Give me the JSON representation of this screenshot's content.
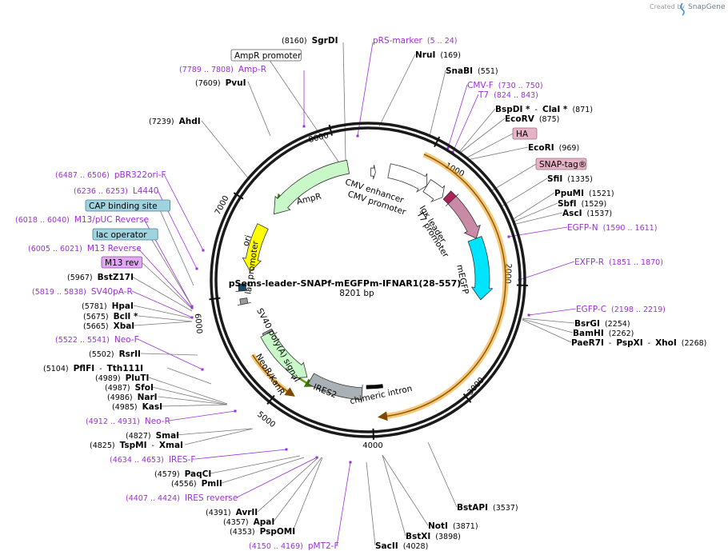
{
  "header": {
    "created_by": "Created by",
    "brand": "SnapGene"
  },
  "plasmid": {
    "name": "pSems-leader-SNAPf-mEGFPm-IFNAR1(28-557)",
    "size": "8201 bp"
  },
  "ticks": [
    {
      "label": "1000",
      "angle": 26.5
    },
    {
      "label": "2000",
      "angle": 92
    },
    {
      "label": "3000",
      "angle": 140
    },
    {
      "label": "4000",
      "angle": 178
    },
    {
      "label": "5000",
      "angle": 219
    },
    {
      "label": "6000",
      "angle": 263
    },
    {
      "label": "7000",
      "angle": 303
    },
    {
      "label": "8000",
      "angle": 346
    }
  ],
  "features": [
    {
      "name": "mEGFP",
      "label": "mEGFP",
      "color": "#00e5ff"
    },
    {
      "name": "igk-leader",
      "label": "Igκ leader",
      "color": "#b0205a"
    },
    {
      "name": "snap-tag",
      "label": "",
      "color": "#c98aa6"
    },
    {
      "name": "cmv-enhancer",
      "label": "CMV enhancer",
      "color": "#ffffff"
    },
    {
      "name": "cmv-promoter",
      "label": "CMV promoter",
      "color": "#ffffff"
    },
    {
      "name": "t7-promoter",
      "label": "T7 promoter",
      "color": "#ffffff"
    },
    {
      "name": "ampr",
      "label": "AmpR",
      "color": "#c8f7c8"
    },
    {
      "name": "ori",
      "label": "ori",
      "color": "#ffff00"
    },
    {
      "name": "lac-promoter",
      "label": "lac promoter",
      "color": "#ffffff"
    },
    {
      "name": "sv40-polya",
      "label": "SV40 poly(A) signal",
      "color": "#a0a0a0"
    },
    {
      "name": "neor-kanr",
      "label": "NeoR/KanR",
      "color": "#c8f7c8"
    },
    {
      "name": "ires2",
      "label": "IRES2",
      "color": "#a9b0b6"
    },
    {
      "name": "chimeric-intron",
      "label": "chimeric intron",
      "color": "#000000"
    }
  ],
  "labels": [
    {
      "parts": [
        [
          "(8160)",
          "pos"
        ],
        [
          "SgrDI",
          "enz"
        ]
      ]
    },
    {
      "parts": [
        [
          "pRS-marker",
          "prim"
        ],
        [
          "(5 .. 24)",
          "primpos"
        ]
      ]
    },
    {
      "parts": [
        [
          "NruI",
          "enz"
        ],
        [
          "(169)",
          "pos"
        ]
      ]
    },
    {
      "parts": [
        [
          "AmpR promoter",
          "box"
        ]
      ],
      "box": {
        "fill": "#ffffff",
        "stroke": "#555555"
      }
    },
    {
      "parts": [
        [
          "(7789 .. 7808)",
          "primpos"
        ],
        [
          "Amp-R",
          "prim"
        ]
      ]
    },
    {
      "parts": [
        [
          "(7609)",
          "pos"
        ],
        [
          "PvuI",
          "enz"
        ]
      ]
    },
    {
      "parts": [
        [
          "SnaBI",
          "enz"
        ],
        [
          "(551)",
          "pos"
        ]
      ]
    },
    {
      "parts": [
        [
          "CMV-F",
          "prim"
        ],
        [
          "(730 .. 750)",
          "primpos"
        ]
      ]
    },
    {
      "parts": [
        [
          "T7",
          "prim"
        ],
        [
          "(824 .. 843)",
          "primpos"
        ]
      ]
    },
    {
      "parts": [
        [
          "BspDI *",
          "enz"
        ],
        [
          "-",
          "pos"
        ],
        [
          "ClaI *",
          "enz"
        ],
        [
          "(871)",
          "pos"
        ]
      ]
    },
    {
      "parts": [
        [
          "EcoRV",
          "enz"
        ],
        [
          "(875)",
          "pos"
        ]
      ]
    },
    {
      "parts": [
        [
          "(7239)",
          "pos"
        ],
        [
          "AhdI",
          "enz"
        ]
      ]
    },
    {
      "parts": [
        [
          "HA",
          "box"
        ]
      ],
      "box": {
        "fill": "#e6b3c6",
        "stroke": "#9a7080"
      }
    },
    {
      "parts": [
        [
          "EcoRI",
          "enz"
        ],
        [
          "(969)",
          "pos"
        ]
      ]
    },
    {
      "parts": [
        [
          "SNAP-tag®",
          "box"
        ]
      ],
      "box": {
        "fill": "#e6b3c6",
        "stroke": "#9a7080"
      }
    },
    {
      "parts": [
        [
          "SfiI",
          "enz"
        ],
        [
          "(1335)",
          "pos"
        ]
      ]
    },
    {
      "parts": [
        [
          "(6487 .. 6506)",
          "primpos"
        ],
        [
          "pBR322ori-F",
          "prim"
        ]
      ]
    },
    {
      "parts": [
        [
          "(6236 .. 6253)",
          "primpos"
        ],
        [
          "L4440",
          "prim"
        ]
      ]
    },
    {
      "parts": [
        [
          "PpuMI",
          "enz"
        ],
        [
          "(1521)",
          "pos"
        ]
      ]
    },
    {
      "parts": [
        [
          "CAP binding site",
          "box"
        ]
      ],
      "box": {
        "fill": "#9fd3e0",
        "stroke": "#4a7f8c"
      }
    },
    {
      "parts": [
        [
          "SbfI",
          "enz"
        ],
        [
          "(1529)",
          "pos"
        ]
      ]
    },
    {
      "parts": [
        [
          "AscI",
          "enz"
        ],
        [
          "(1537)",
          "pos"
        ]
      ]
    },
    {
      "parts": [
        [
          "(6018 .. 6040)",
          "primpos"
        ],
        [
          "M13/pUC Reverse",
          "prim"
        ]
      ]
    },
    {
      "parts": [
        [
          "EGFP-N",
          "prim"
        ],
        [
          "(1590 .. 1611)",
          "primpos"
        ]
      ]
    },
    {
      "parts": [
        [
          "lac operator",
          "box"
        ]
      ],
      "box": {
        "fill": "#9fd3e0",
        "stroke": "#4a7f8c"
      }
    },
    {
      "parts": [
        [
          "(6005 .. 6021)",
          "primpos"
        ],
        [
          "M13 Reverse",
          "prim"
        ]
      ]
    },
    {
      "parts": [
        [
          "EXFP-R",
          "prim"
        ],
        [
          "(1851 .. 1870)",
          "primpos"
        ]
      ]
    },
    {
      "parts": [
        [
          "M13 rev",
          "box"
        ]
      ],
      "box": {
        "fill": "#e0a8f0",
        "stroke": "#8a4aa0"
      }
    },
    {
      "parts": [
        [
          "(5967)",
          "pos"
        ],
        [
          "BstZ17I",
          "enz"
        ]
      ]
    },
    {
      "parts": [
        [
          "(5819 .. 5838)",
          "primpos"
        ],
        [
          "SV40pA-R",
          "prim"
        ]
      ]
    },
    {
      "parts": [
        [
          "(5781)",
          "pos"
        ],
        [
          "HpaI",
          "enz"
        ]
      ]
    },
    {
      "parts": [
        [
          "EGFP-C",
          "prim"
        ],
        [
          "(2198 .. 2219)",
          "primpos"
        ]
      ]
    },
    {
      "parts": [
        [
          "(5675)",
          "pos"
        ],
        [
          "BclI *",
          "enz"
        ]
      ]
    },
    {
      "parts": [
        [
          "BsrGI",
          "enz"
        ],
        [
          "(2254)",
          "pos"
        ]
      ]
    },
    {
      "parts": [
        [
          "(5665)",
          "pos"
        ],
        [
          "XbaI",
          "enz"
        ]
      ]
    },
    {
      "parts": [
        [
          "BamHI",
          "enz"
        ],
        [
          "(2262)",
          "pos"
        ]
      ]
    },
    {
      "parts": [
        [
          "(5522 .. 5541)",
          "primpos"
        ],
        [
          "Neo-F",
          "prim"
        ]
      ]
    },
    {
      "parts": [
        [
          "PaeR7I",
          "enz"
        ],
        [
          "-",
          "pos"
        ],
        [
          "PspXI",
          "enz"
        ],
        [
          "-",
          "pos"
        ],
        [
          "XhoI",
          "enz"
        ],
        [
          "(2268)",
          "pos"
        ]
      ]
    },
    {
      "parts": [
        [
          "(5502)",
          "pos"
        ],
        [
          "RsrII",
          "enz"
        ]
      ]
    },
    {
      "parts": [
        [
          "(5104)",
          "pos"
        ],
        [
          "PflFI",
          "enz"
        ],
        [
          "-",
          "pos"
        ],
        [
          "Tth111I",
          "enz"
        ]
      ]
    },
    {
      "parts": [
        [
          "(4989)",
          "pos"
        ],
        [
          "PluTI",
          "enz"
        ]
      ]
    },
    {
      "parts": [
        [
          "(4987)",
          "pos"
        ],
        [
          "SfoI",
          "enz"
        ]
      ]
    },
    {
      "parts": [
        [
          "(4986)",
          "pos"
        ],
        [
          "NarI",
          "enz"
        ]
      ]
    },
    {
      "parts": [
        [
          "(4985)",
          "pos"
        ],
        [
          "KasI",
          "enz"
        ]
      ]
    },
    {
      "parts": [
        [
          "(4912 .. 4931)",
          "primpos"
        ],
        [
          "Neo-R",
          "prim"
        ]
      ]
    },
    {
      "parts": [
        [
          "(4827)",
          "pos"
        ],
        [
          "SmaI",
          "enz"
        ]
      ]
    },
    {
      "parts": [
        [
          "(4825)",
          "pos"
        ],
        [
          "TspMI",
          "enz"
        ],
        [
          "-",
          "pos"
        ],
        [
          "XmaI",
          "enz"
        ]
      ]
    },
    {
      "parts": [
        [
          "(4634 .. 4653)",
          "primpos"
        ],
        [
          "IRES-F",
          "prim"
        ]
      ]
    },
    {
      "parts": [
        [
          "(4579)",
          "pos"
        ],
        [
          "PaqCI",
          "enz"
        ]
      ]
    },
    {
      "parts": [
        [
          "(4556)",
          "pos"
        ],
        [
          "PmlI",
          "enz"
        ]
      ]
    },
    {
      "parts": [
        [
          "BstAPI",
          "enz"
        ],
        [
          "(3537)",
          "pos"
        ]
      ]
    },
    {
      "parts": [
        [
          "(4407 .. 4424)",
          "primpos"
        ],
        [
          "IRES reverse",
          "prim"
        ]
      ]
    },
    {
      "parts": [
        [
          "(4391)",
          "pos"
        ],
        [
          "AvrII",
          "enz"
        ]
      ]
    },
    {
      "parts": [
        [
          "NotI",
          "enz"
        ],
        [
          "(3871)",
          "pos"
        ]
      ]
    },
    {
      "parts": [
        [
          "(4357)",
          "pos"
        ],
        [
          "ApaI",
          "enz"
        ]
      ]
    },
    {
      "parts": [
        [
          "(4353)",
          "pos"
        ],
        [
          "PspOMI",
          "enz"
        ]
      ]
    },
    {
      "parts": [
        [
          "BstXI",
          "enz"
        ],
        [
          "(3898)",
          "pos"
        ]
      ]
    },
    {
      "parts": [
        [
          "(4150 .. 4169)",
          "primpos"
        ],
        [
          "pMT2-F",
          "prim"
        ]
      ]
    },
    {
      "parts": [
        [
          "SacII",
          "enz"
        ],
        [
          "(4028)",
          "pos"
        ]
      ]
    }
  ]
}
